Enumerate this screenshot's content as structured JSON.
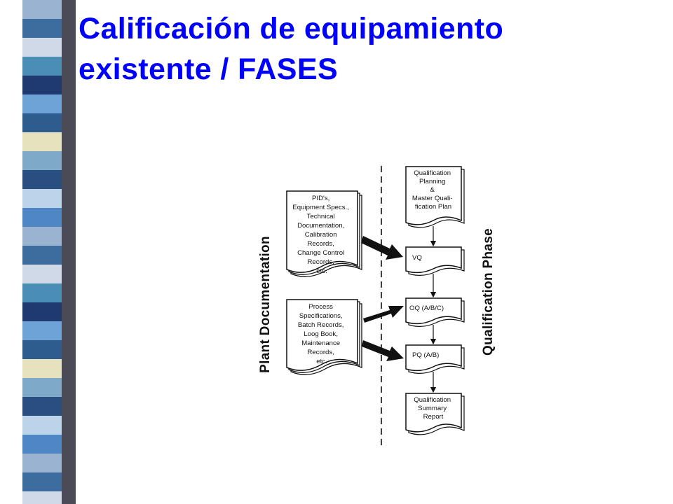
{
  "slide": {
    "title_line1": "Calificación de equipamiento",
    "title_line2": "existente / FASES",
    "title_color": "#0000ff"
  },
  "decoration": {
    "stripe_colors": [
      "#9ab3d1",
      "#3d6d9e",
      "#cfd9e8",
      "#4a8db5",
      "#1e3a6e",
      "#6ea3d8",
      "#2f5c8f",
      "#e6e2bd",
      "#7fa9c9",
      "#294f80",
      "#bcd4ea",
      "#4f86c4"
    ]
  },
  "diagram": {
    "left_column_label": "Plant Documentation",
    "right_column_label": "Qualification Phase",
    "documents": [
      {
        "lines": [
          "PID's,",
          "Equipment Specs.,",
          "Technical",
          "Documentation,",
          "Calibration",
          "Records,",
          "Change Control",
          "Records,",
          "etc."
        ]
      },
      {
        "lines": [
          "Process",
          "Specifications,",
          "Batch Records,",
          "Loog Book,",
          "Maintenance",
          "Records,",
          "etc."
        ]
      }
    ],
    "phases": [
      {
        "lines": [
          "Qualification",
          "Planning",
          "&",
          "Master Quali-",
          "fication Plan"
        ]
      },
      {
        "lines": [
          "VQ"
        ]
      },
      {
        "lines": [
          "OQ (A/B/C)"
        ]
      },
      {
        "lines": [
          "PQ (A/B)"
        ]
      },
      {
        "lines": [
          "Qualification",
          "Summary",
          "Report"
        ]
      }
    ]
  }
}
